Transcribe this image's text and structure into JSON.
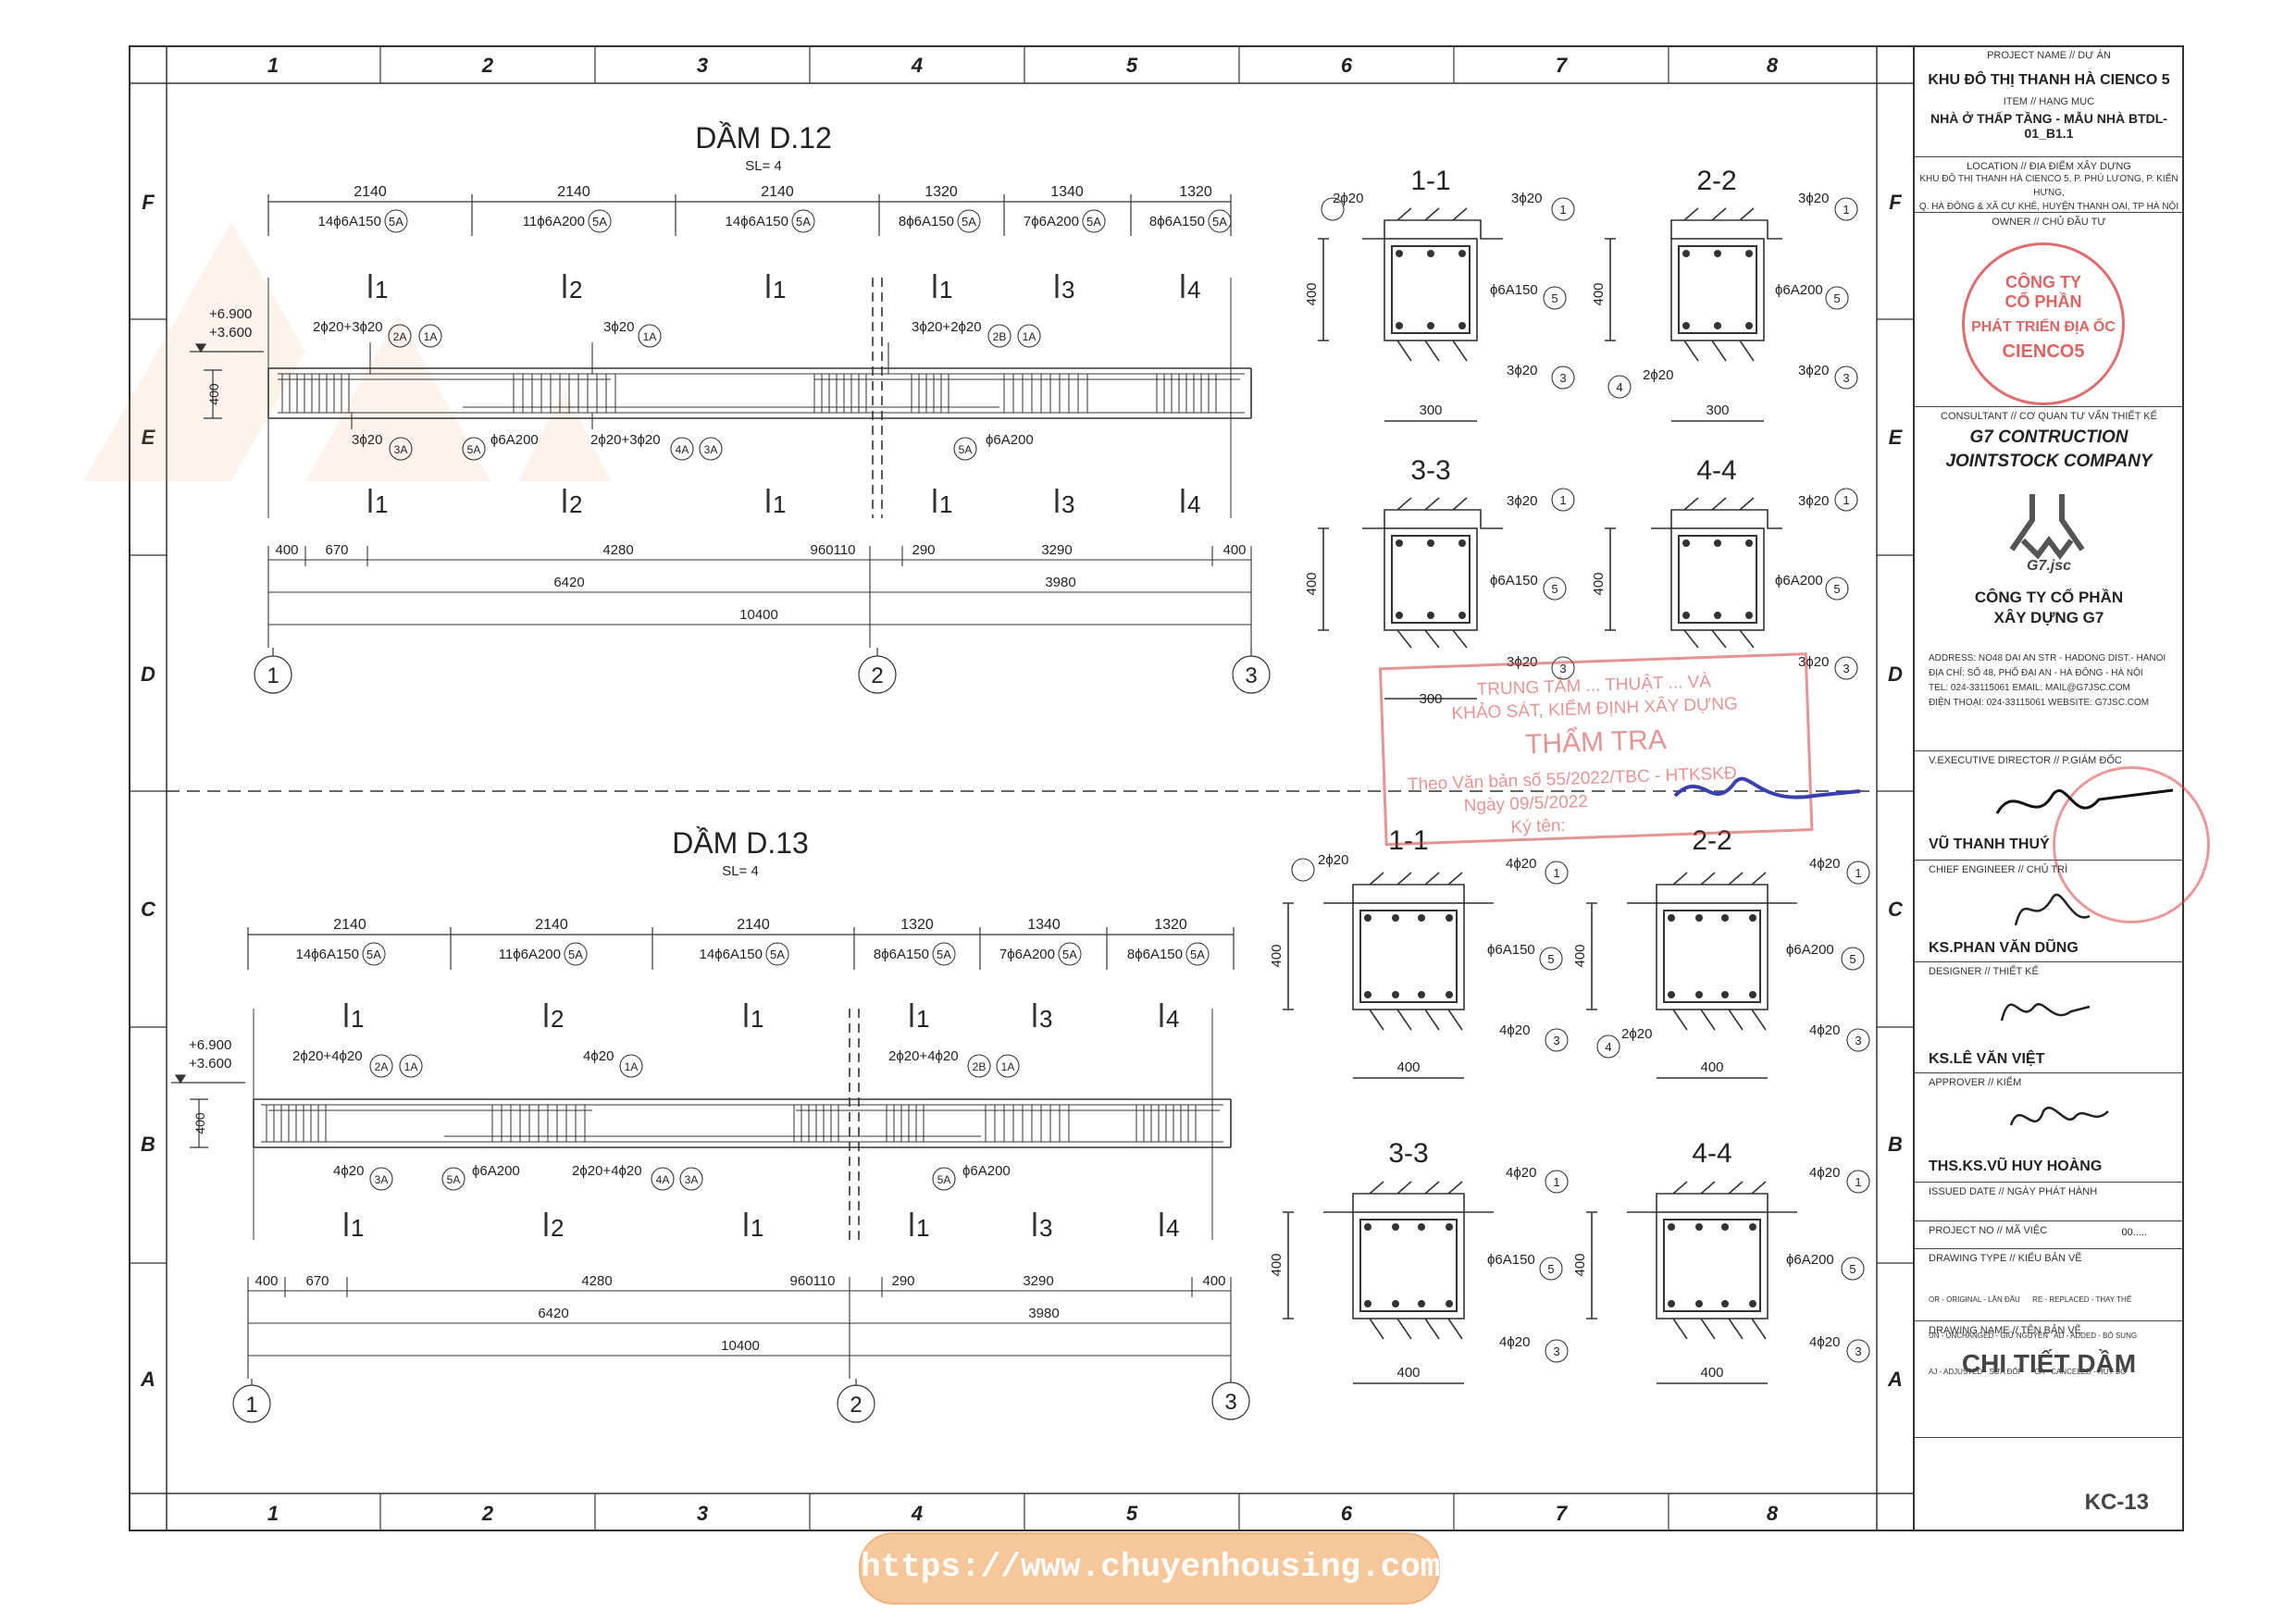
{
  "sheet": {
    "column_numbers": [
      "1",
      "2",
      "3",
      "4",
      "5",
      "6",
      "7",
      "8"
    ],
    "row_letters": [
      "F",
      "E",
      "D",
      "C",
      "B",
      "A"
    ],
    "sheet_code": "KC-13"
  },
  "beam_d12": {
    "title": "DẦM D.12",
    "quantity": "SL= 4",
    "span_lengths": [
      "2140",
      "2140",
      "2140",
      "1320",
      "1340",
      "1320"
    ],
    "stirrups": [
      "14ϕ6A150",
      "11ϕ6A200",
      "14ϕ6A150",
      "8ϕ6A150",
      "7ϕ6A200",
      "8ϕ6A150"
    ],
    "stirrup_tag": "5A",
    "levels": [
      "+6.900",
      "+3.600"
    ],
    "depth": "400",
    "top_bars": [
      "2ϕ20+3ϕ20",
      "3ϕ20",
      "3ϕ20+2ϕ20"
    ],
    "bottom_bars": [
      "3ϕ20",
      "ϕ6A200",
      "2ϕ20+3ϕ20",
      "ϕ6A200"
    ],
    "dims_row1": [
      "400",
      "670",
      "4280",
      "960110",
      "290",
      "3290",
      "400"
    ],
    "dims_row2": [
      "6420",
      "3980"
    ],
    "total": "10400",
    "grid_labels": [
      "1",
      "2",
      "3"
    ]
  },
  "beam_d13": {
    "title": "DẦM D.13",
    "quantity": "SL= 4",
    "span_lengths": [
      "2140",
      "2140",
      "2140",
      "1320",
      "1340",
      "1320"
    ],
    "stirrups": [
      "14ϕ6A150",
      "11ϕ6A200",
      "14ϕ6A150",
      "8ϕ6A150",
      "7ϕ6A200",
      "8ϕ6A150"
    ],
    "stirrup_tag": "5A",
    "levels": [
      "+6.900",
      "+3.600"
    ],
    "depth": "400",
    "top_bars": [
      "2ϕ20+4ϕ20",
      "4ϕ20",
      "2ϕ20+4ϕ20"
    ],
    "bottom_bars": [
      "4ϕ20",
      "ϕ6A200",
      "2ϕ20+4ϕ20",
      "ϕ6A200"
    ],
    "dims_row1": [
      "400",
      "670",
      "4280",
      "960110",
      "290",
      "3290",
      "400"
    ],
    "dims_row2": [
      "6420",
      "3980"
    ],
    "total": "10400",
    "grid_labels": [
      "1",
      "2",
      "3"
    ]
  },
  "tags": {
    "t1": "1",
    "t1a": "1A",
    "t2a": "2A",
    "t2b": "2B",
    "t3": "3",
    "t3a": "3A",
    "t4": "4",
    "t4a": "4A",
    "t5": "5",
    "t5a": "5A"
  },
  "section_marks": [
    "1",
    "2",
    "1",
    "1",
    "3",
    "4"
  ],
  "sections_d12": {
    "titles": [
      "1-1",
      "2-2",
      "3-3",
      "4-4"
    ],
    "top": "3ϕ20",
    "bottom": "3ϕ20",
    "corner": "2ϕ20",
    "stirrup_1": "ϕ6A150",
    "stirrup_2": "ϕ6A200",
    "height": "400",
    "width": "300"
  },
  "sections_d13": {
    "titles": [
      "1-1",
      "2-2",
      "3-3",
      "4-4"
    ],
    "top": "4ϕ20",
    "bottom": "4ϕ20",
    "corner": "2ϕ20",
    "stirrup_1": "ϕ6A150",
    "stirrup_2": "ϕ6A200",
    "height": "400",
    "width": "400"
  },
  "review_stamp": {
    "line1": "TRUNG TÂM ... THUẬT ... VÀ",
    "line2": "KHẢO SÁT, KIỂM ĐỊNH XÂY DỰNG",
    "title": "THẨM TRA",
    "ref": "Theo Văn bản số 55/2022/TBC - HTKSKĐ",
    "date": "Ngày 09/5/2022",
    "sign": "Ký tên:"
  },
  "title_block": {
    "project_label": "PROJECT NAME // DỰ ÁN",
    "project": "KHU ĐÔ THỊ THANH HÀ CIENCO 5",
    "item_label": "ITEM // HẠNG MỤC",
    "item": "NHÀ Ở THẤP TẦNG - MẪU NHÀ BTDL-01_B1.1",
    "location_label": "LOCATION // ĐỊA ĐIỂM XÂY DỰNG",
    "location_1": "KHU ĐÔ THỊ THANH HÀ CIENCO 5, P. PHÚ LƯƠNG, P. KIẾN HƯNG,",
    "location_2": "Q. HÀ ĐÔNG & XÃ CỰ KHÊ, HUYỆN THANH OAI, TP HÀ NỘI",
    "owner_label": "OWNER // CHỦ ĐẦU TƯ",
    "owner_stamp_1": "CÔNG TY",
    "owner_stamp_2": "CỔ PHẦN",
    "owner_stamp_3": "PHÁT TRIỂN ĐỊA ỐC",
    "owner_stamp_4": "CIENCO5",
    "consultant_label": "CONSULTANT // CƠ QUAN TƯ VẤN THIẾT KẾ",
    "consultant_1": "G7 CONTRUCTION",
    "consultant_2": "JOINTSTOCK COMPANY",
    "logo_text": "G7.jsc",
    "company_1": "CÔNG TY CỔ PHẦN",
    "company_2": "XÂY DỰNG G7",
    "address_1": "ADDRESS:   NO48 DAI AN STR - HADONG DIST.- HANOI",
    "address_2": "ĐỊA CHỈ:     SỐ 48, PHỐ ĐẠI AN - HÀ ĐÔNG - HÀ NỘI",
    "tel": "TEL:    024-33115061   EMAIL: MAIL@G7JSC.COM",
    "phone": "ĐIỆN THOẠI: 024-33115061   WEBSITE: G7JSC.COM",
    "director_label": "V.EXECUTIVE DIRECTOR // P.GIÁM ĐỐC",
    "director": "VŨ THANH THUÝ",
    "chief_label": "CHIEF ENGINEER // CHỦ TRÌ",
    "chief": "KS.PHAN VĂN DŨNG",
    "designer_label": "DESIGNER // THIẾT KẾ",
    "designer": "KS.LÊ VĂN VIỆT",
    "approver_label": "APPROVER // KIỂM",
    "approver": "THS.KS.VŨ HUY HOÀNG",
    "issued_label": "ISSUED DATE // NGÀY PHÁT HÀNH",
    "project_no_label": "PROJECT NO // MÃ VIỆC",
    "project_no": "00.....",
    "type_label": "DRAWING TYPE // KIỂU BẢN VẼ",
    "type_1": "OR - ORIGINAL - LẦN ĐẦU      RE - REPLACED - THAY THẾ",
    "type_2": "UN - UNCHANGED - GIỮ NGUYÊN   AD - ADDED - BỔ SUNG",
    "type_3": "AJ - ADJUSTED - SỬA ĐỔI       CA - CANCELED - HUỶ BỎ",
    "name_label": "DRAWING NAME // TÊN BẢN VẼ",
    "name": "CHI TIẾT DẦM"
  },
  "footer_url": "https://www.chuyenhousing.com/",
  "colors": {
    "line": "#333333",
    "stamp_red": "#d63c3c",
    "signature_blue": "#3a3fb0",
    "url_pill": "#f6c79a"
  }
}
